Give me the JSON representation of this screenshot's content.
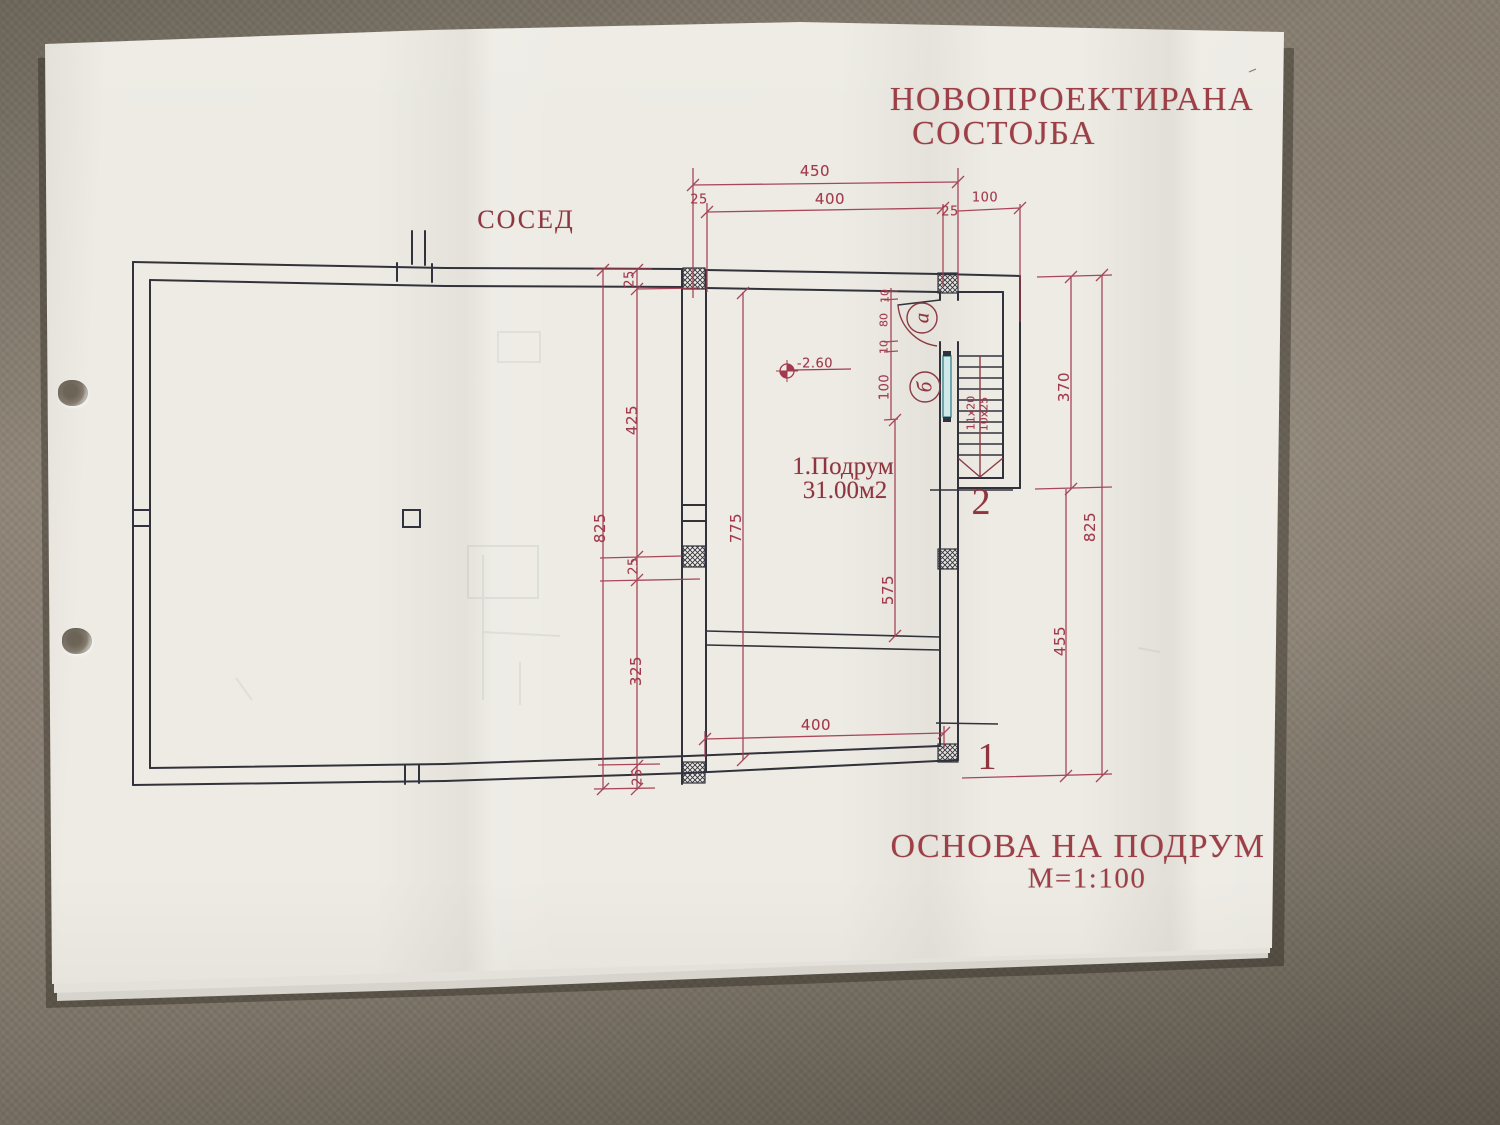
{
  "titles": {
    "project_status_line1": "НОВОПРОЕКТИРАНА",
    "project_status_line2": "СОСТОЈБА",
    "plan_name": "ОСНОВА НА ПОДРУМ",
    "plan_scale": "М=1:100"
  },
  "labels": {
    "neighbor": "СОСЕД",
    "room_name": "1.Подрум",
    "room_area": "31.00м2",
    "level_mark": "-2.60",
    "stair_risers": "11x20",
    "stair_treads": "10x25",
    "axis_1": "1",
    "axis_2": "2",
    "door_mark_a": "а",
    "door_mark_b": "б"
  },
  "dims": {
    "top_450": "450",
    "top_25_left": "25",
    "top_400": "400",
    "top_25_right": "25",
    "top_100": "100",
    "left_825": "825",
    "left_25_top": "25",
    "left_425": "425",
    "left_25_mid": "25",
    "left_325": "325",
    "left_25_bottom": "25",
    "center_775": "775",
    "center_575": "575",
    "door_10_top": "10",
    "door_80": "80",
    "door_10_bottom": "10",
    "door_100": "100",
    "bottom_400": "400",
    "right_370": "370",
    "right_455": "455",
    "right_825": "825"
  },
  "colors": {
    "ink": "#32323c",
    "dimension_red": "#a23a4e",
    "title_red": "#9c3f47",
    "window_teal": "#4a8f97",
    "paper": "#eceae3",
    "background": "#8a8173"
  }
}
